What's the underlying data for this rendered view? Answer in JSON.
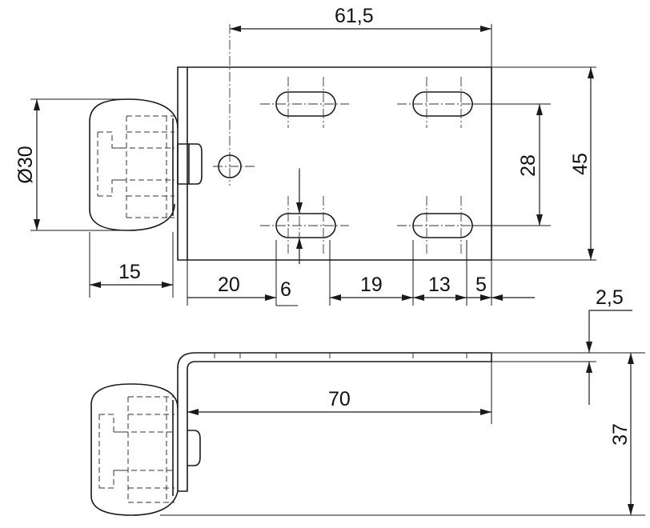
{
  "dimensions": {
    "d_61_5": "61,5",
    "d_45": "45",
    "d_28": "28",
    "d_diam30": "Ø30",
    "d_15": "15",
    "d_20": "20",
    "d_6": "6",
    "d_19": "19",
    "d_13": "13",
    "d_5": "5",
    "d_2_5": "2,5",
    "d_70": "70",
    "d_37": "37"
  }
}
